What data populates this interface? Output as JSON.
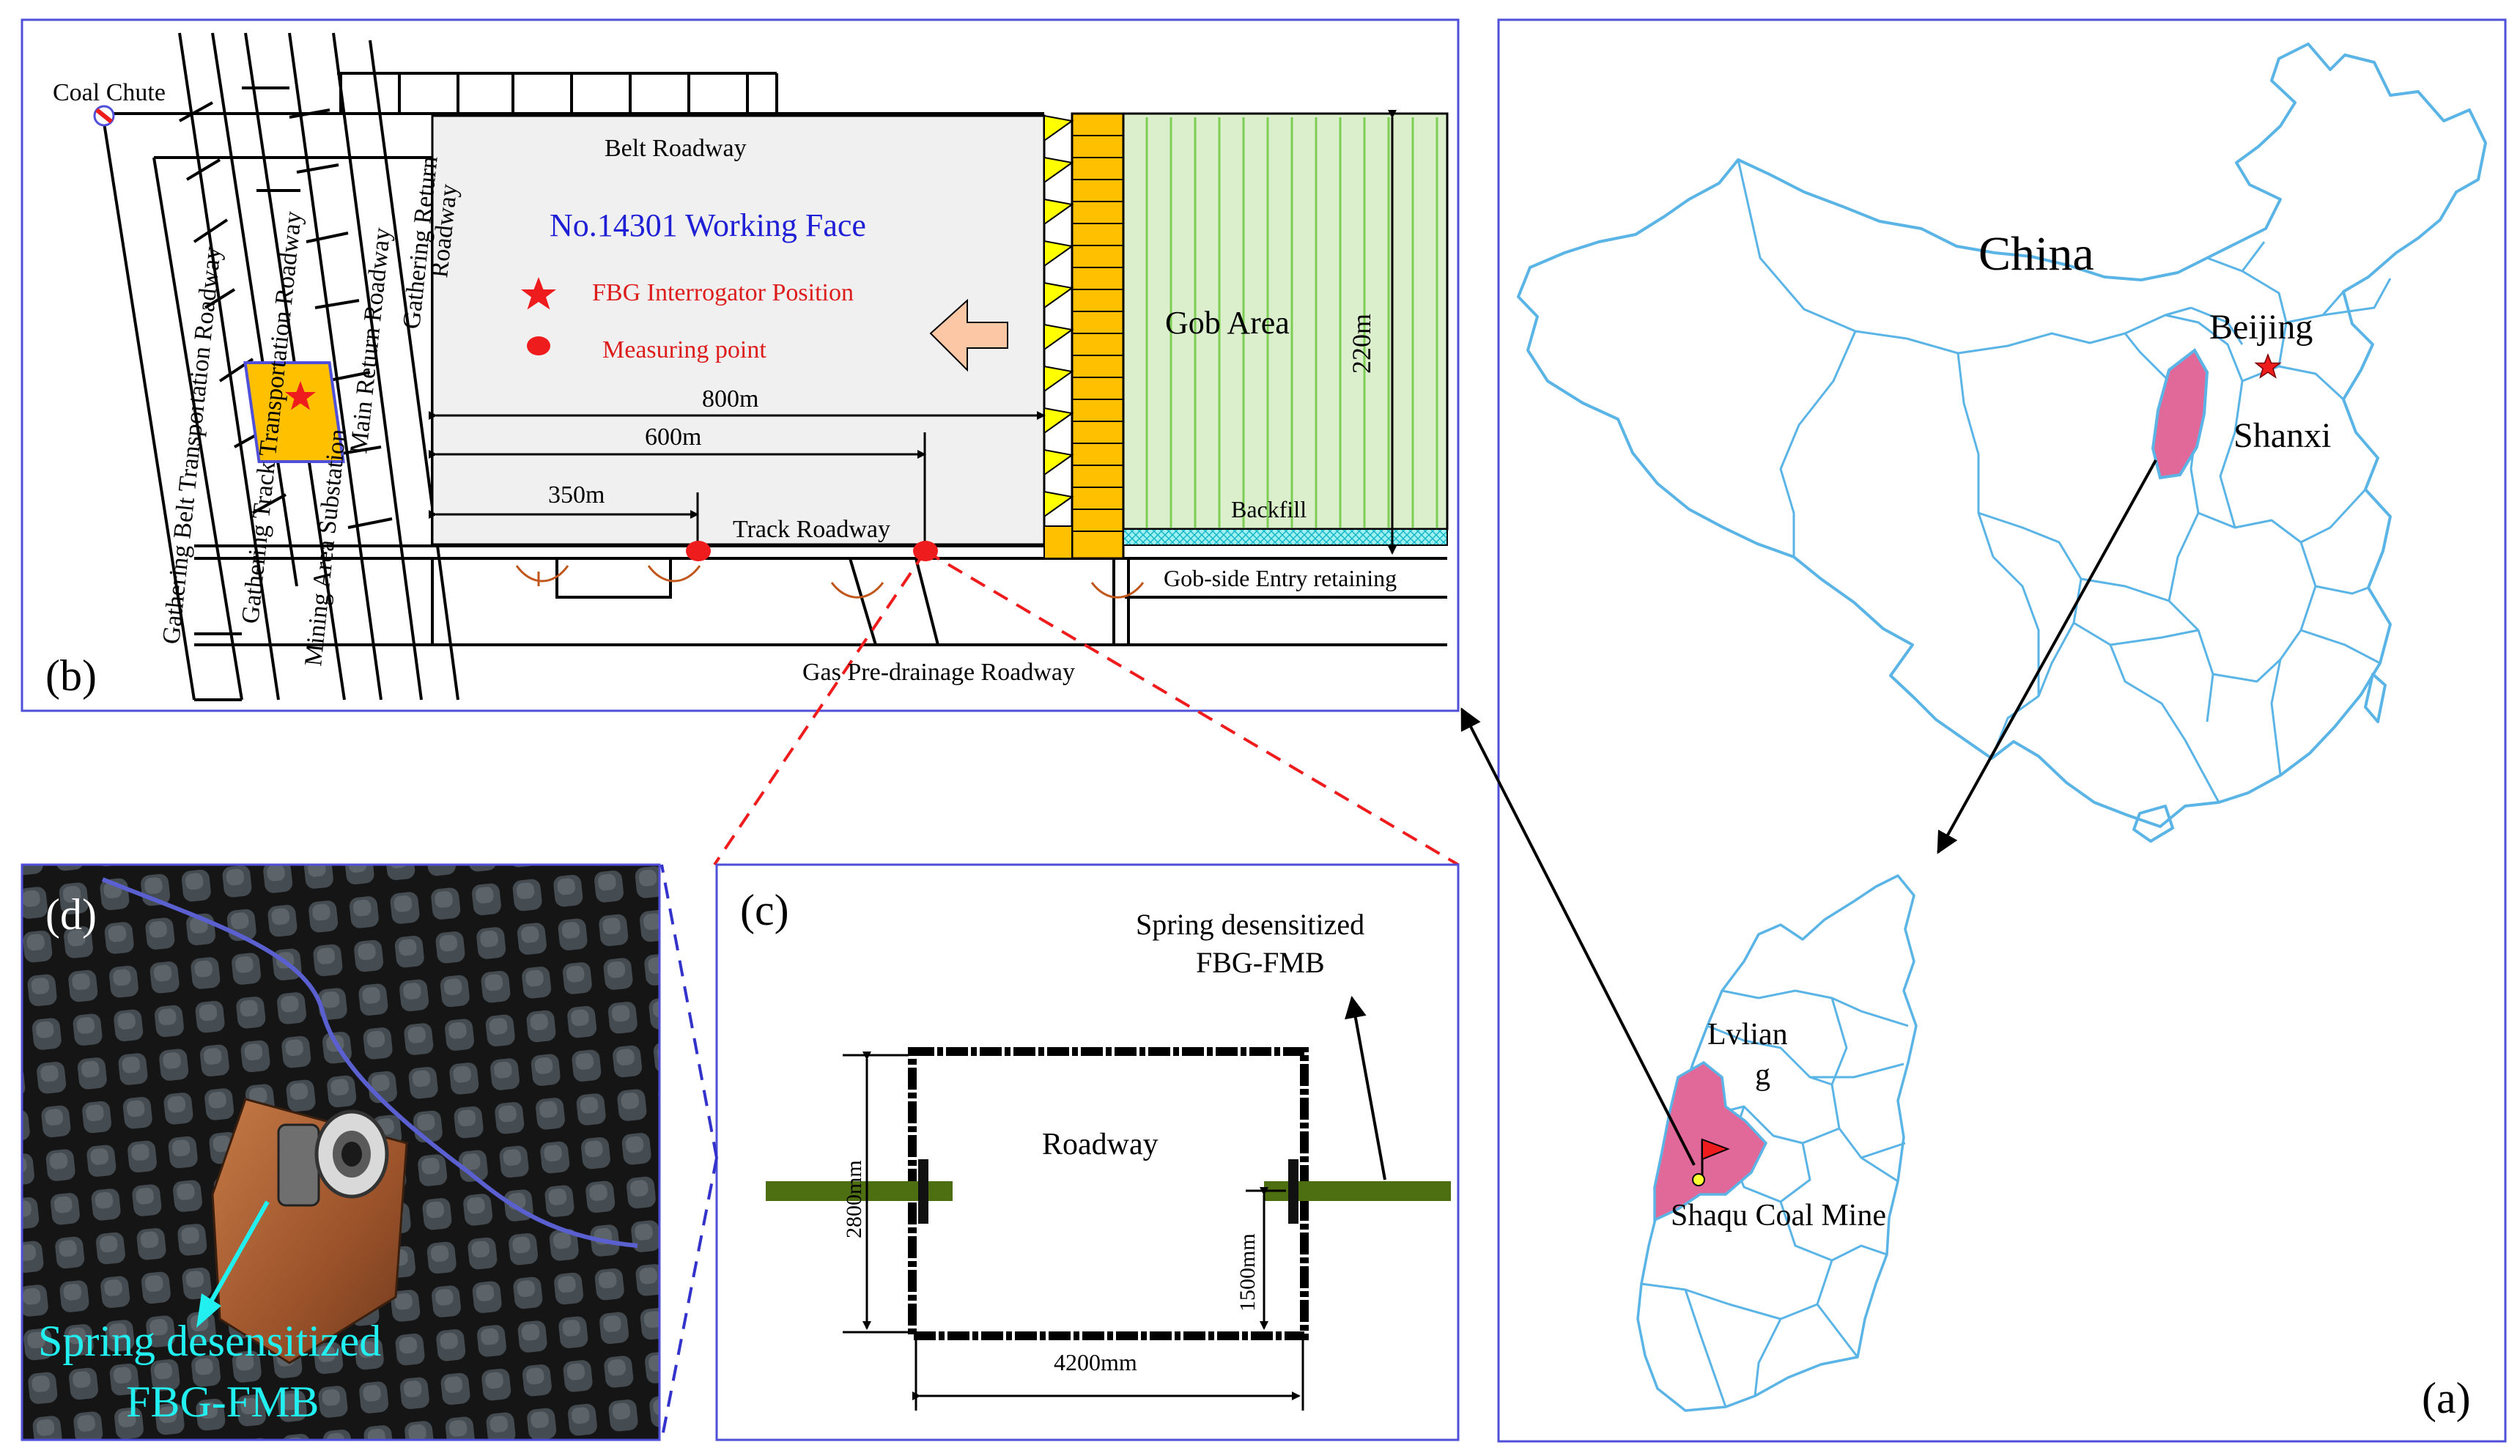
{
  "colors": {
    "panel_border": "#4f4fd9",
    "china_lines": "#5ab4e6",
    "province_fill": "#e0699a",
    "marker_red": "#ee1c1c",
    "face_fill": "#f0f0f0",
    "gob_fill": "#dbefcd",
    "gob_lines": "#7ccf54",
    "support_fill": "#ffc000",
    "support_tip": "#ffff00",
    "backfill_fill": "#9ff0f0",
    "arrow_fill": "#fbc7a4",
    "bolt_green": "#4e6e12",
    "bolt_label": "#22f0f0"
  },
  "panel_a": {
    "label": "(a)",
    "china_label": "China",
    "beijing_label": "Beijing",
    "shanxi_label": "Shanxi",
    "lvliang_label_line1": "Lvlian",
    "lvliang_label_line2": "g",
    "mine_label": "Shaqu Coal Mine"
  },
  "panel_b": {
    "label": "(b)",
    "coal_chute": "Coal Chute",
    "belt_roadway": "Belt Roadway",
    "working_face": "No.14301 Working Face",
    "legend_interrogator": "FBG Interrogator Position",
    "legend_measuring": "Measuring point",
    "gob_area": "Gob Area",
    "gob_width": "220m",
    "dim_800": "800m",
    "dim_600": "600m",
    "dim_350": "350m",
    "track_roadway": "Track Roadway",
    "backfill": "Backfill",
    "gob_side_entry": "Gob-side Entry retaining",
    "gas_roadway": "Gas Pre-drainage Roadway",
    "vertical_roadways": [
      "Gathering Belt Transportation Roadway",
      "Gathering Track Transportation Roadway",
      "Mining Area Substation",
      "Main Return Roadway",
      "Gathering Return",
      "Roadway"
    ]
  },
  "panel_c": {
    "label": "(c)",
    "sensor_line1": "Spring desensitized",
    "sensor_line2": "FBG-FMB",
    "roadway": "Roadway",
    "height": "2800mm",
    "width": "4200mm",
    "install_height": "1500mm"
  },
  "panel_d": {
    "label": "(d)",
    "sensor_line1": "Spring desensitized",
    "sensor_line2": "FBG-FMB"
  }
}
